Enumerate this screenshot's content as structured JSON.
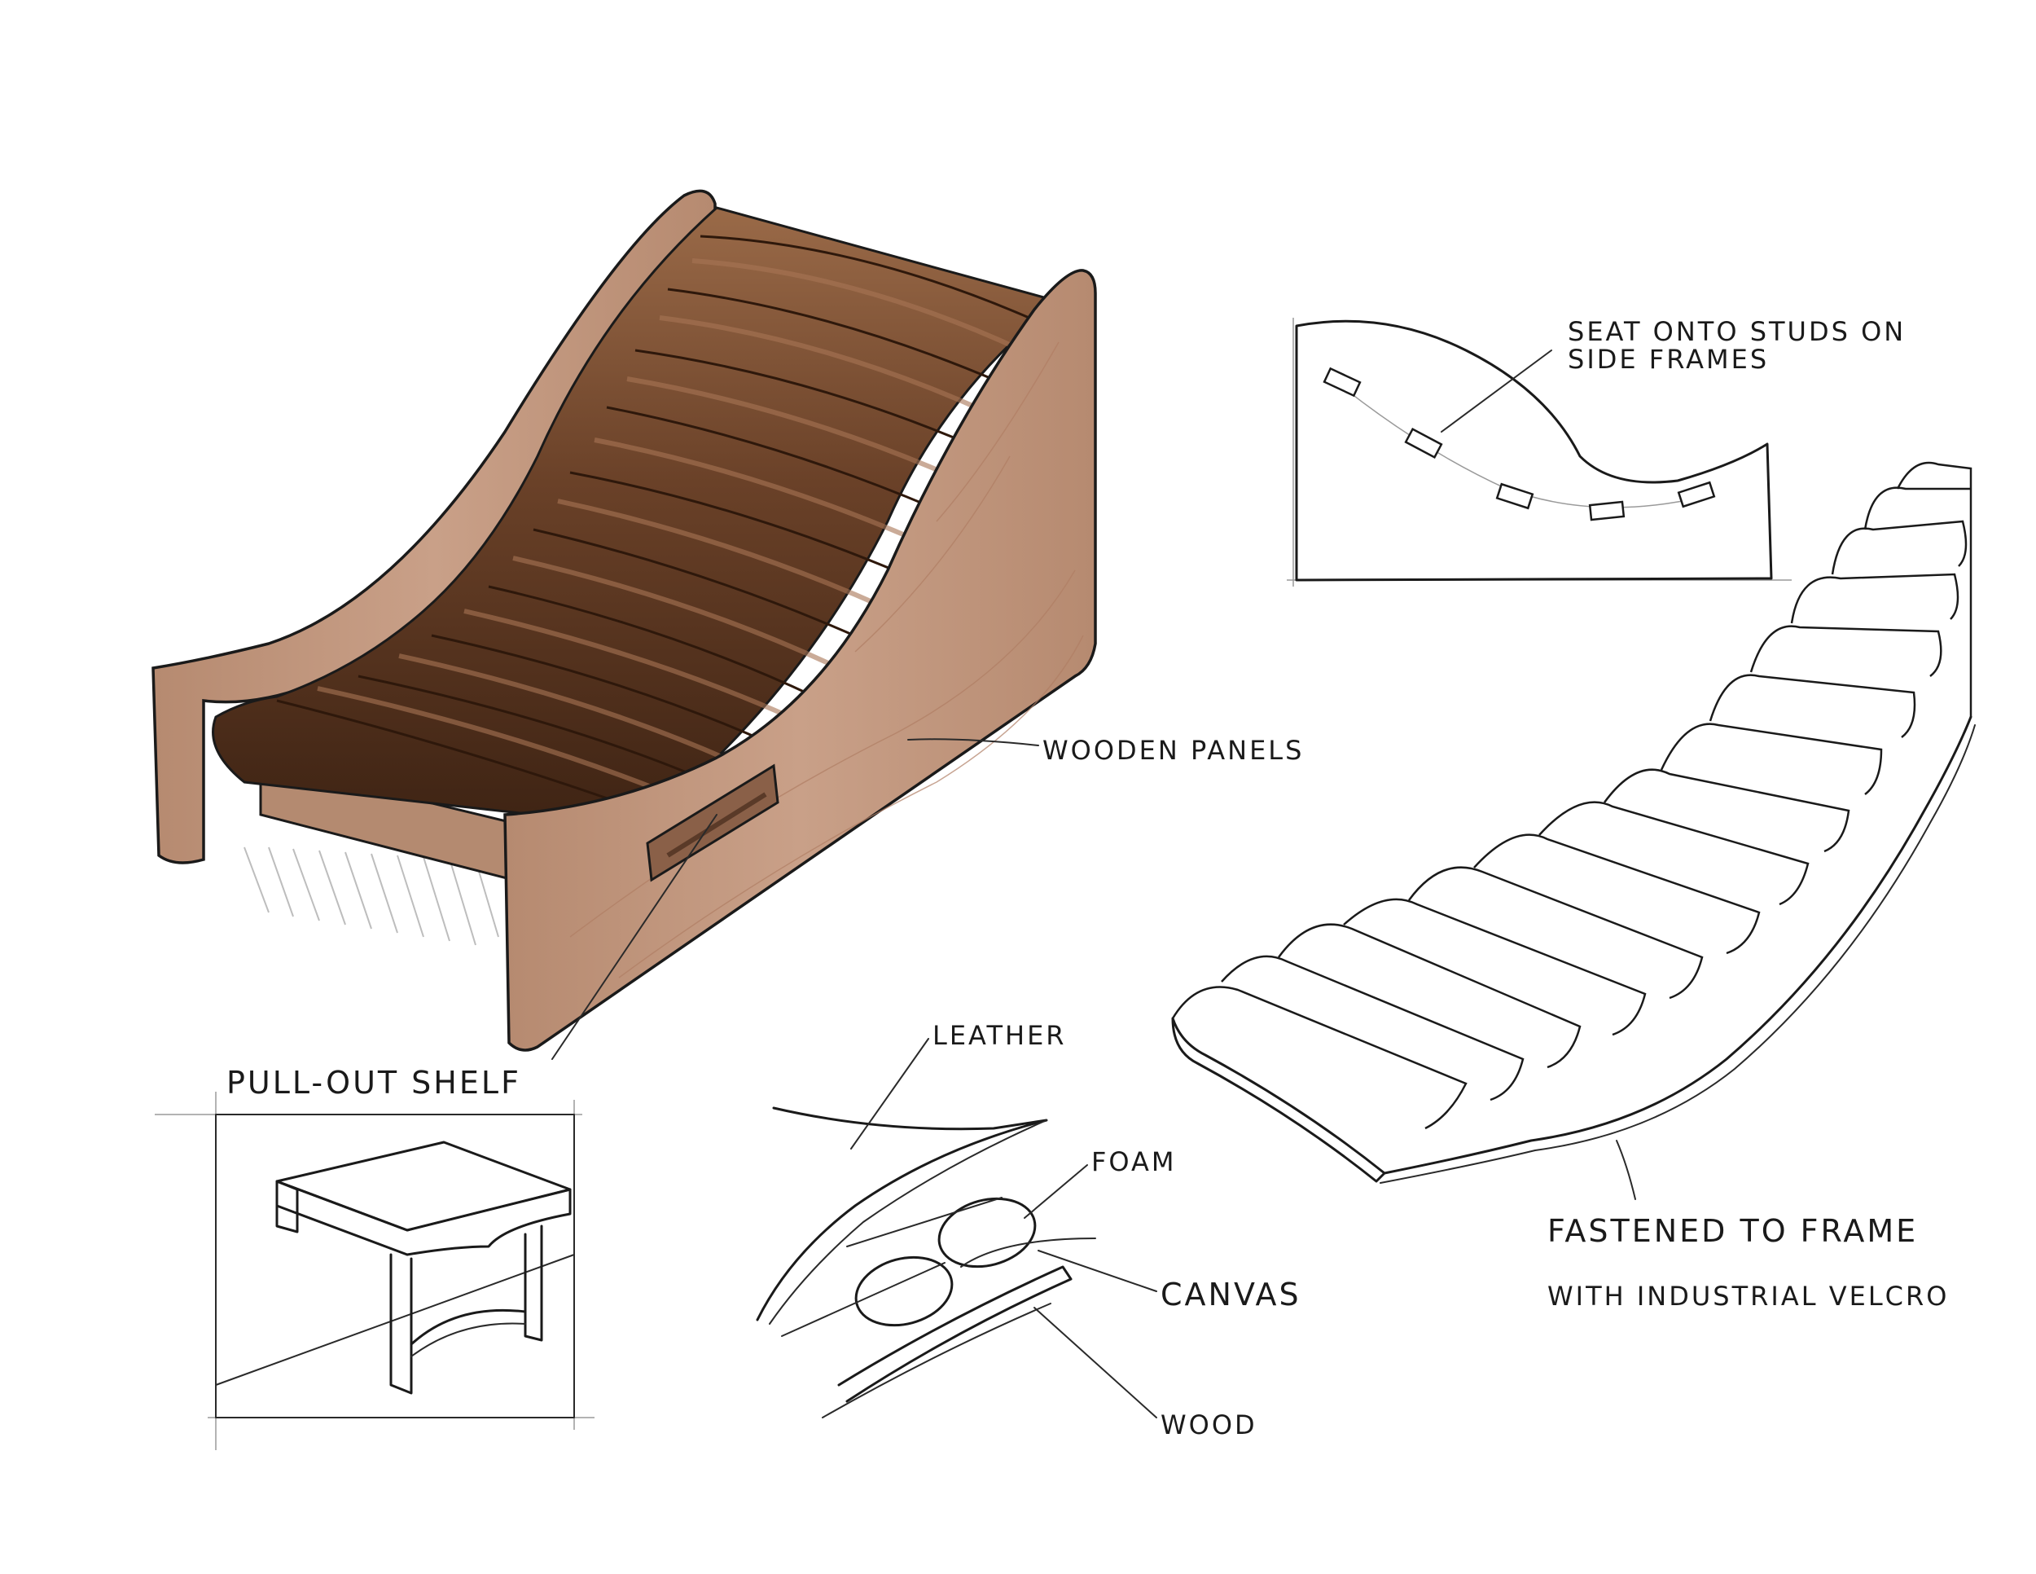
{
  "labels": {
    "wooden_panels": "WOODEN PANELS",
    "seat_studs_line1": "SEAT ONTO STUDS ON",
    "seat_studs_line2": "SIDE FRAMES",
    "pull_out_shelf": "PULL-OUT SHELF",
    "leather": "LEATHER",
    "foam": "FOAM",
    "canvas": "CANVAS",
    "wood": "WOOD",
    "fastened_line1": "FASTENED TO FRAME",
    "fastened_line2": "WITH INDUSTRIAL VELCRO"
  },
  "colors": {
    "panel_wood": "#c49a82",
    "panel_wood_dark": "#b0846a",
    "leather": "#6a4128",
    "leather_dark": "#4a2a18",
    "leather_highlight": "#9a6a48",
    "ink": "#1a1a1a"
  }
}
